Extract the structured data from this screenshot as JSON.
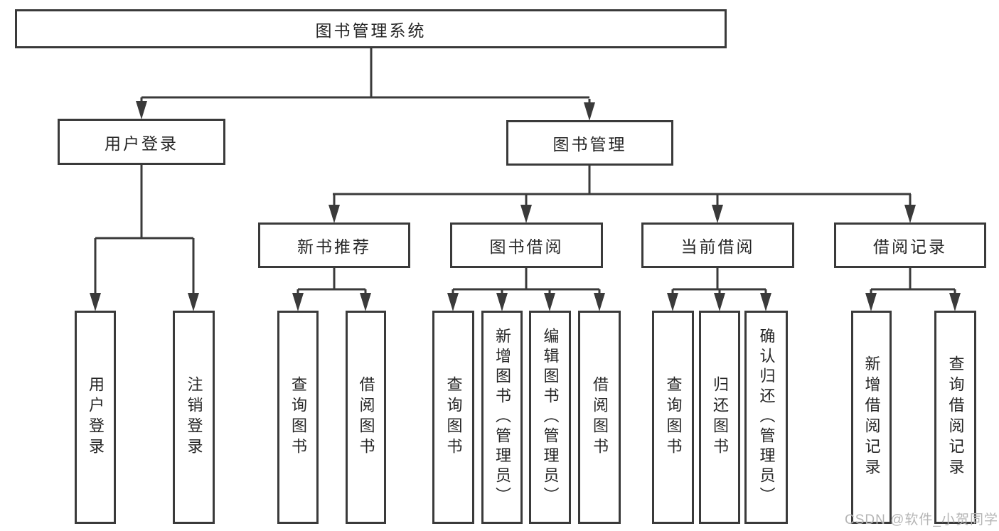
{
  "diagram_title": "图书管理系统",
  "tree": {
    "label": "图书管理系统",
    "children": [
      {
        "label": "用户登录",
        "children": [
          {
            "label": "用户登录"
          },
          {
            "label": "注销登录"
          }
        ]
      },
      {
        "label": "图书管理",
        "children": [
          {
            "label": "新书推荐",
            "children": [
              {
                "label": "查询图书"
              },
              {
                "label": "借阅图书"
              }
            ]
          },
          {
            "label": "图书借阅",
            "children": [
              {
                "label": "查询图书"
              },
              {
                "label": "新增图书（管理员）"
              },
              {
                "label": "编辑图书（管理员）"
              },
              {
                "label": "借阅图书"
              }
            ]
          },
          {
            "label": "当前借阅",
            "children": [
              {
                "label": "查询图书"
              },
              {
                "label": "归还图书"
              },
              {
                "label": "确认归还（管理员）"
              }
            ]
          },
          {
            "label": "借阅记录",
            "children": [
              {
                "label": "新增借阅记录"
              },
              {
                "label": "查询借阅记录"
              }
            ]
          }
        ]
      }
    ]
  },
  "watermark": {
    "text": "CSDN @软件_小贺同学"
  },
  "colors": {
    "line": "#3a3a3a",
    "box_border": "#3a3a3a",
    "box_fill": "#ffffff",
    "text": "#262626",
    "watermark": "#b5b5b5",
    "background": "#ffffff"
  }
}
